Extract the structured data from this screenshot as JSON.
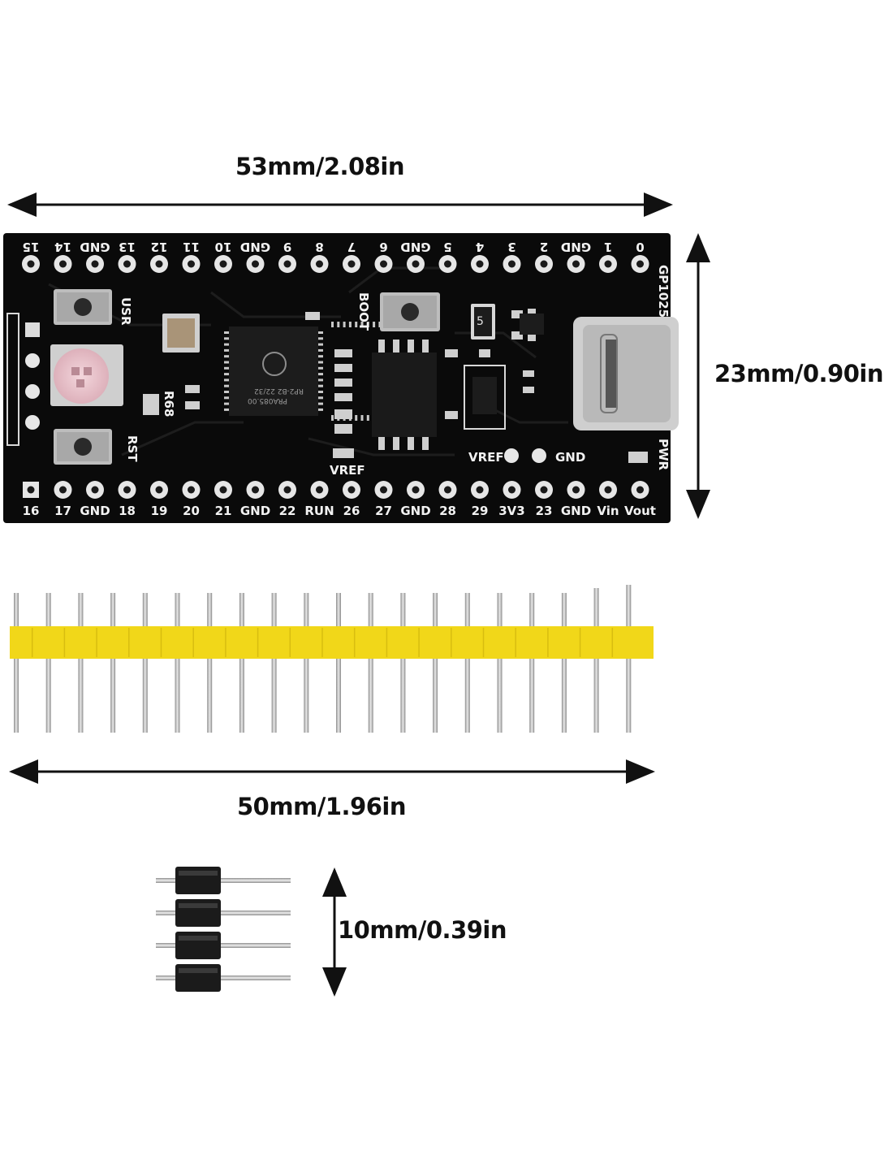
{
  "dimensions": {
    "board_width": "53mm/2.08in",
    "board_height": "23mm/0.90in",
    "header_width": "50mm/1.96in",
    "small_header_height": "10mm/0.39in"
  },
  "board": {
    "top_pin_labels": [
      "15",
      "14",
      "GND",
      "13",
      "12",
      "11",
      "10",
      "GND",
      "9",
      "8",
      "7",
      "6",
      "GND",
      "5",
      "4",
      "3",
      "2",
      "GND",
      "1",
      "0"
    ],
    "bottom_pin_labels": [
      "16",
      "17",
      "GND",
      "18",
      "19",
      "20",
      "21",
      "GND",
      "22",
      "RUN",
      "26",
      "27",
      "GND",
      "28",
      "29",
      "3V3",
      "23",
      "GND",
      "Vin",
      "Vout"
    ],
    "silkscreen": {
      "usr": "USR",
      "rst": "RST",
      "boot": "BOOT",
      "r68": "R68",
      "vref_left": "VREF",
      "vref_right": "VREF",
      "gnd_mid": "GND",
      "pwr": "PWR",
      "gpio25": "GP1025",
      "chip_line1": "RP2-B2 22/32",
      "chip_line2": "PRA085.00",
      "reg_mark": "5"
    }
  },
  "header": {
    "long_pin_count": 20,
    "short_pin_count": 4
  },
  "colors": {
    "pcb": "#0a0a0a",
    "header_plastic": "#f1d719",
    "pin_metal": "#c9c9c9",
    "pad_gold": "#e6e6e6"
  }
}
